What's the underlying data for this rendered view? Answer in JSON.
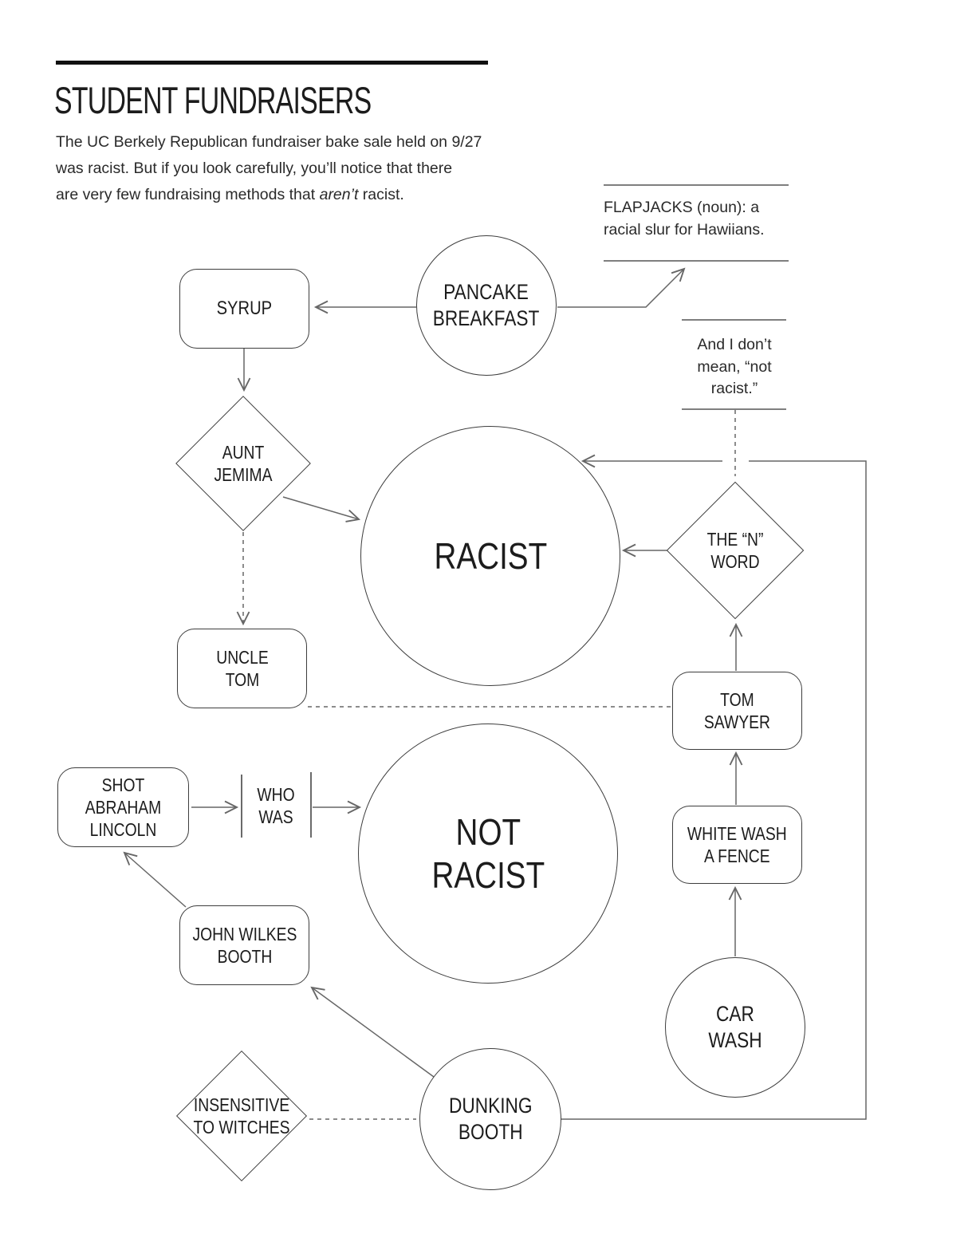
{
  "title": "STUDENT FUNDRAISERS",
  "intro": {
    "part1": "The UC Berkely Republican fundraiser bake sale held on 9/27\nwas racist. But if you look carefully, you’ll notice that there\nare very few fundraising methods that ",
    "emphasis": "aren’t",
    "part2": " racist."
  },
  "annotations": {
    "flapjacks": "FLAPJACKS (noun): a\nracial slur for Hawiians.",
    "aside": "And I don’t\nmean, “not\nracist.”"
  },
  "nodes": {
    "pancake_breakfast": "PANCAKE\nBREAKFAST",
    "syrup": "SYRUP",
    "aunt_jemima": "AUNT\nJEMIMA",
    "racist": "RACIST",
    "n_word": "THE “N”\nWORD",
    "uncle_tom": "UNCLE\nTOM",
    "tom_sawyer": "TOM\nSAWYER",
    "shot_abraham_lincoln": "SHOT ABRAHAM\nLINCOLN",
    "who_was": "WHO\nWAS",
    "not_racist": "NOT\nRACIST",
    "white_wash_a_fence": "WHITE WASH\nA FENCE",
    "john_wilkes_booth": "JOHN WILKES\nBOOTH",
    "car_wash": "CAR\nWASH",
    "insensitive_to_witches": "INSENSITIVE\nTO WITCHES",
    "dunking_booth": "DUNKING\nBOOTH"
  },
  "colors": {
    "ink": "#1c1c1c",
    "shape_stroke": "#3d3d3d",
    "connector": "#666666",
    "title_bar": "#111111"
  }
}
